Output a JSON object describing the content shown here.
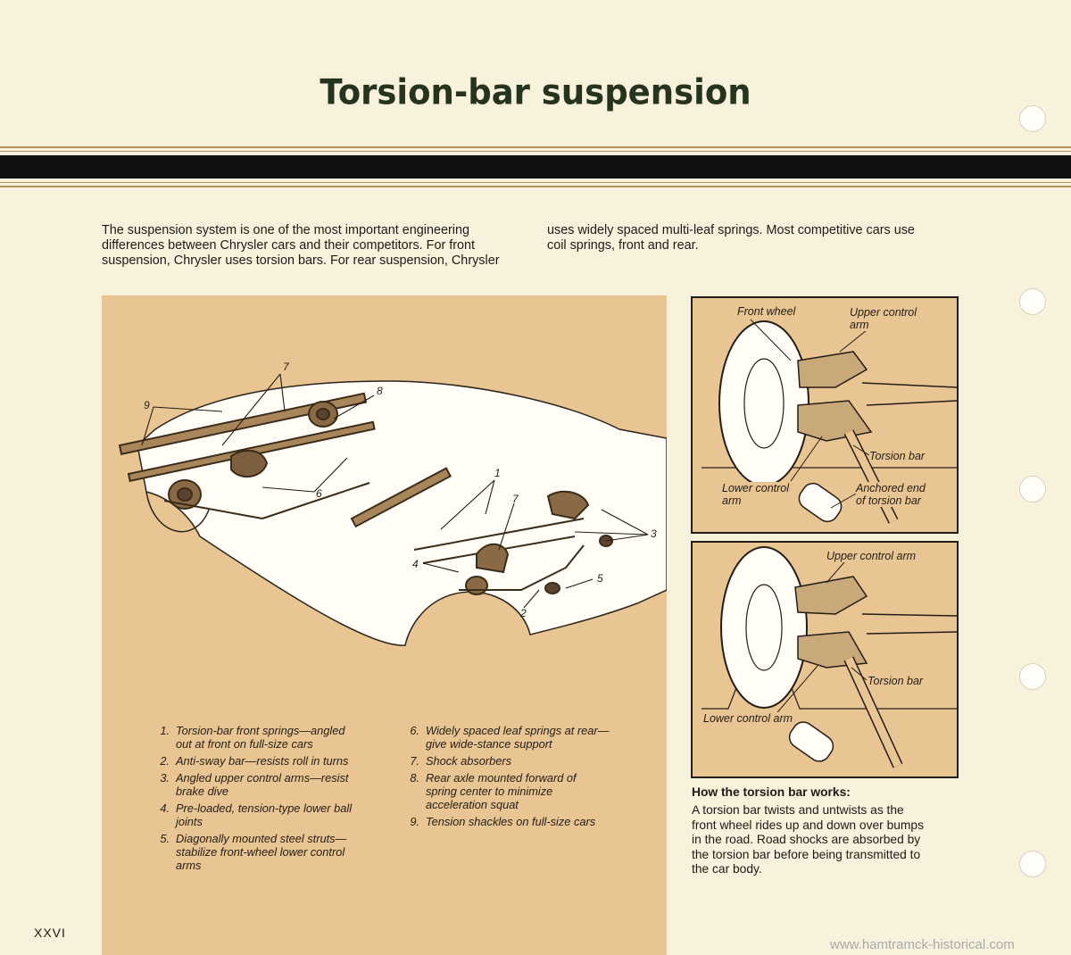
{
  "page": {
    "title": "Torsion-bar suspension",
    "folio": "XXVI",
    "watermark": "www.hamtramck-historical.com"
  },
  "intro": {
    "col1": [
      "The suspension system is one of the most important engineering",
      "differences between Chrysler cars and their competitors. For front",
      "suspension, Chrysler uses torsion bars. For rear suspension, Chrysler"
    ],
    "col2": [
      "uses widely spaced multi-leaf springs. Most competitive cars use",
      "coil springs, front and rear."
    ]
  },
  "main_figure": {
    "callouts": [
      "1",
      "2",
      "3",
      "4",
      "5",
      "6",
      "7",
      "7",
      "8",
      "9"
    ]
  },
  "legend": {
    "left": [
      {
        "num": "1.",
        "lines": [
          "Torsion-bar front springs—angled",
          "out at front on full-size cars"
        ]
      },
      {
        "num": "2.",
        "lines": [
          "Anti-sway bar—resists roll in turns"
        ]
      },
      {
        "num": "3.",
        "lines": [
          "Angled upper control arms—resist",
          "brake dive"
        ]
      },
      {
        "num": "4.",
        "lines": [
          "Pre-loaded, tension-type lower ball",
          "joints"
        ]
      },
      {
        "num": "5.",
        "lines": [
          "Diagonally mounted steel struts—",
          "stabilize front-wheel lower control",
          "arms"
        ]
      }
    ],
    "right": [
      {
        "num": "6.",
        "lines": [
          "Widely spaced leaf springs at rear—",
          "give wide-stance support"
        ]
      },
      {
        "num": "7.",
        "lines": [
          "Shock absorbers"
        ]
      },
      {
        "num": "8.",
        "lines": [
          "Rear axle mounted forward of",
          "spring center to minimize",
          "acceleration squat"
        ]
      },
      {
        "num": "9.",
        "lines": [
          "Tension shackles on full-size cars"
        ]
      }
    ]
  },
  "diagram1": {
    "front_wheel": "Front wheel",
    "upper_control_arm": [
      "Upper control",
      "arm"
    ],
    "torsion_bar": "Torsion bar",
    "lower_control_arm": [
      "Lower control",
      "arm"
    ],
    "anchored_end": [
      "Anchored end",
      "of torsion bar"
    ]
  },
  "diagram2": {
    "upper_control_arm": "Upper control arm",
    "torsion_bar": "Torsion bar",
    "lower_control_arm": "Lower control arm"
  },
  "how": {
    "heading": "How the torsion bar works:",
    "lines": [
      "A torsion bar twists and untwists as the",
      "front wheel rides up and down over bumps",
      "in the road. Road shocks are absorbed by",
      "the torsion bar before being transmitted to",
      "the car body."
    ]
  },
  "colors": {
    "paper": "#f8f2dd",
    "panel": "#e8c592",
    "title": "#25331f",
    "rule": "#111111",
    "accent_rule": "#b5935e"
  }
}
